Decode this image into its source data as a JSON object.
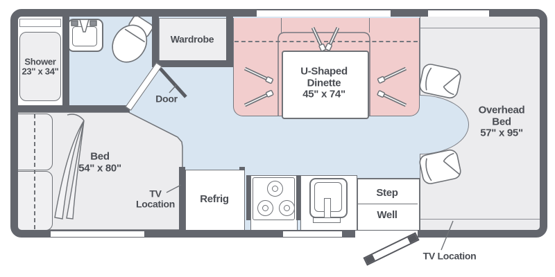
{
  "floorplan": {
    "type": "rv-floor-plan-diagram",
    "rooms": {
      "shower": {
        "line1": "Shower",
        "line2": "23\" x 34\""
      },
      "wardrobe": {
        "label": "Wardrobe"
      },
      "door": {
        "label": "Door"
      },
      "dinette": {
        "line1": "U-Shaped",
        "line2": "Dinette",
        "line3": "45\" x 74\""
      },
      "overhead_bed": {
        "line1": "Overhead",
        "line2": "Bed",
        "line3": "57\" x 95\""
      },
      "bed": {
        "line1": "Bed",
        "line2": "54\" x 80\""
      },
      "tv_location_bed": {
        "line1": "TV",
        "line2": "Location"
      },
      "refrig": {
        "label": "Refrig"
      },
      "step_well": {
        "line1": "Step",
        "line2": "Well"
      },
      "tv_location_cab": {
        "label": "TV Location"
      }
    },
    "icons": {
      "fixtures": [
        "bath-sink-icon",
        "toilet-icon",
        "shower-pan-icon",
        "stove-burners-icon",
        "kitchen-sink-icon",
        "cab-seat-icon",
        "entry-door-icon",
        "swing-door-icon",
        "seat-belt-icon",
        "pillow-icon",
        "sofa-cushion-icon"
      ]
    },
    "colors": {
      "wall": "#63666d",
      "floor_blue": "#d8e5f1",
      "dinette_pink": "#f2cdcd",
      "area_gray": "#ececee",
      "outline": "#6f7277",
      "text": "#4a4d53"
    }
  }
}
